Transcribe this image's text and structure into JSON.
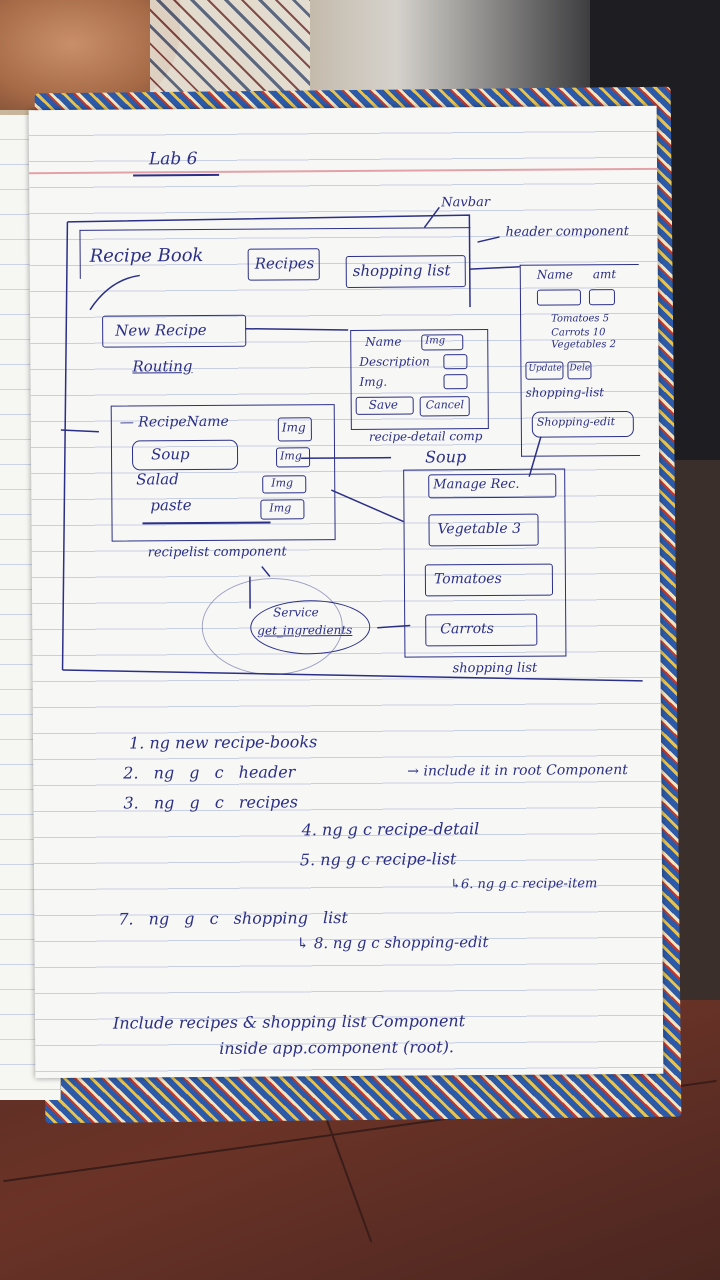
{
  "title": "Lab 6",
  "diagram": {
    "navbar_label": "Navbar",
    "header_component_label": "header component",
    "recipe_book": "Recipe Book",
    "recipes_tab": "Recipes",
    "shopping_list_tab": "shopping list",
    "new_recipe": "New Recipe",
    "routing": "Routing",
    "recipe_detail": {
      "name": "Name",
      "name_img": "Img",
      "description": "Description",
      "img": "Img.",
      "save": "Save",
      "cancel": "Cancel",
      "label": "recipe-detail comp"
    },
    "recipe_list": {
      "header": "RecipeName",
      "items": [
        "Soup",
        "Salad",
        "paste",
        ""
      ],
      "img": "Img",
      "label": "recipelist component"
    },
    "service": {
      "line1": "Service",
      "line2": "get_ingredients"
    },
    "soup_label": "Soup",
    "shopping_list": {
      "manage": "Manage Rec.",
      "items": [
        "Vegetable 3",
        "Tomatoes",
        "Carrots"
      ],
      "label": "shopping list"
    },
    "shopping_edit": {
      "name": "Name",
      "amt": "amt",
      "rows": [
        "Tomatoes 5",
        "Carrots 10",
        "Vegetables 2"
      ],
      "update": "Update",
      "delete": "Dele",
      "shopping_list_label": "shopping-list",
      "edit_label": "Shopping-edit"
    }
  },
  "steps": [
    "1. ng new recipe-books",
    "2. ng g c header",
    "→ include it in root Component",
    "3. ng g c recipes",
    "4. ng g c recipe-detail",
    "5. ng g c recipe-list",
    "↳6. ng g c recipe-item",
    "7. ng g c shopping list",
    "↳ 8. ng g c shopping-edit"
  ],
  "note_line1": "Include recipes & shopping list Component",
  "note_line2": "inside app.component (root)."
}
